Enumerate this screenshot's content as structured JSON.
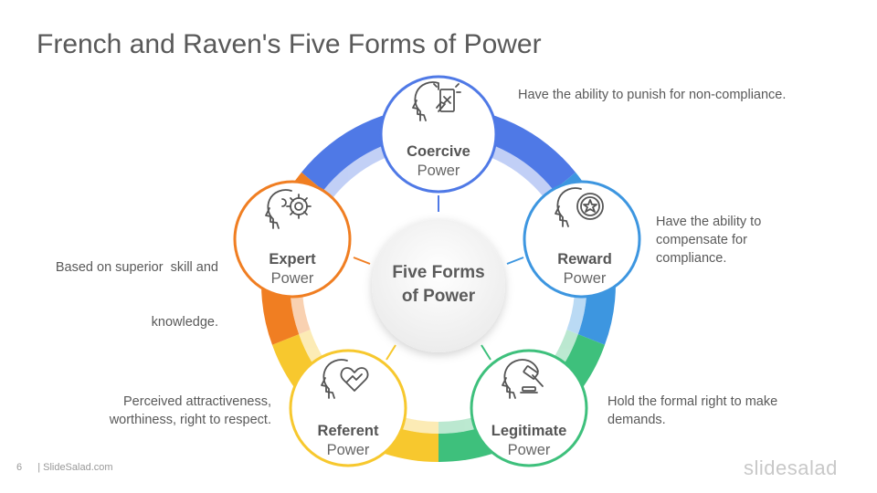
{
  "title": "French and Raven's Five Forms of Power",
  "center": {
    "line1": "Five Forms",
    "line2": "of Power"
  },
  "nodes": [
    {
      "name": "Coercive",
      "sub": "Power",
      "color": "#4f79e6",
      "desc": [
        "Have the ability to punish for non-compliance."
      ]
    },
    {
      "name": "Reward",
      "sub": "Power",
      "color": "#3d96e0",
      "desc": [
        "Have the ability to",
        "compensate for",
        "compliance."
      ]
    },
    {
      "name": "Legitimate",
      "sub": "Power",
      "color": "#3ec07c",
      "desc": [
        "Hold the formal right to make",
        "demands."
      ]
    },
    {
      "name": "Referent",
      "sub": "Power",
      "color": "#f7c82e",
      "desc": [
        "Perceived attractiveness,",
        "worthiness, right to respect."
      ]
    },
    {
      "name": "Expert",
      "sub": "Power",
      "color": "#f07e22",
      "desc": [
        "Based on superior  skill and",
        "knowledge."
      ]
    }
  ],
  "icons": [
    "head-phone-icon",
    "head-medal-icon",
    "head-gavel-icon",
    "head-heart-icon",
    "head-gear-icon"
  ],
  "footer": {
    "page": "6",
    "site": "| SlideSalad.com"
  },
  "brand": "slidesalad"
}
